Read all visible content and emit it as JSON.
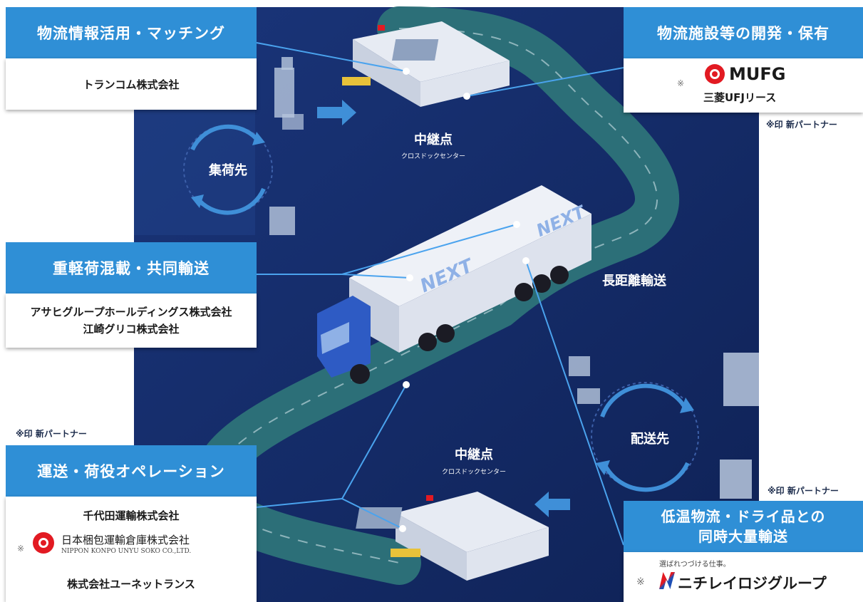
{
  "panels": {
    "matching": {
      "title": "物流情報活用・マッチング",
      "company": "トランコム株式会社"
    },
    "facility": {
      "title": "物流施設等の開発・保有",
      "mark": "※",
      "logo_text": "MUFG",
      "company": "三菱UFJリース"
    },
    "mixed": {
      "title": "重軽荷混載・共同輸送",
      "companies": [
        "アサヒグループホールディングス株式会社",
        "江崎グリコ株式会社"
      ]
    },
    "ops": {
      "title": "運送・荷役オペレーション",
      "company1": "千代田運輸株式会社",
      "mark": "※",
      "company2": "日本梱包運輸倉庫株式会社",
      "company2_en": "NIPPON KONPO UNYU SOKO CO.,LTD.",
      "company3": "株式会社ユーネットランス"
    },
    "cold": {
      "title_line1": "低温物流・ドライ品との",
      "title_line2": "同時大量輸送",
      "mark": "※",
      "tagline": "選ばれつづける仕事。",
      "logo_text": "ニチレイロジグループ"
    }
  },
  "notes": {
    "new_partner": "※印 新パートナー"
  },
  "scene": {
    "pickup": "集荷先",
    "relay_top": "中継点",
    "relay_top_sub": "クロスドックセンター",
    "long_haul": "長距離輸送",
    "relay_bottom": "中継点",
    "relay_bottom_sub": "クロスドックセンター",
    "delivery": "配送先",
    "trailer_logo": "NEXT"
  },
  "colors": {
    "background": "#12275e",
    "road": "#2c6f78",
    "panel_header": "#2f8fd6",
    "accent_red": "#e21a22"
  }
}
